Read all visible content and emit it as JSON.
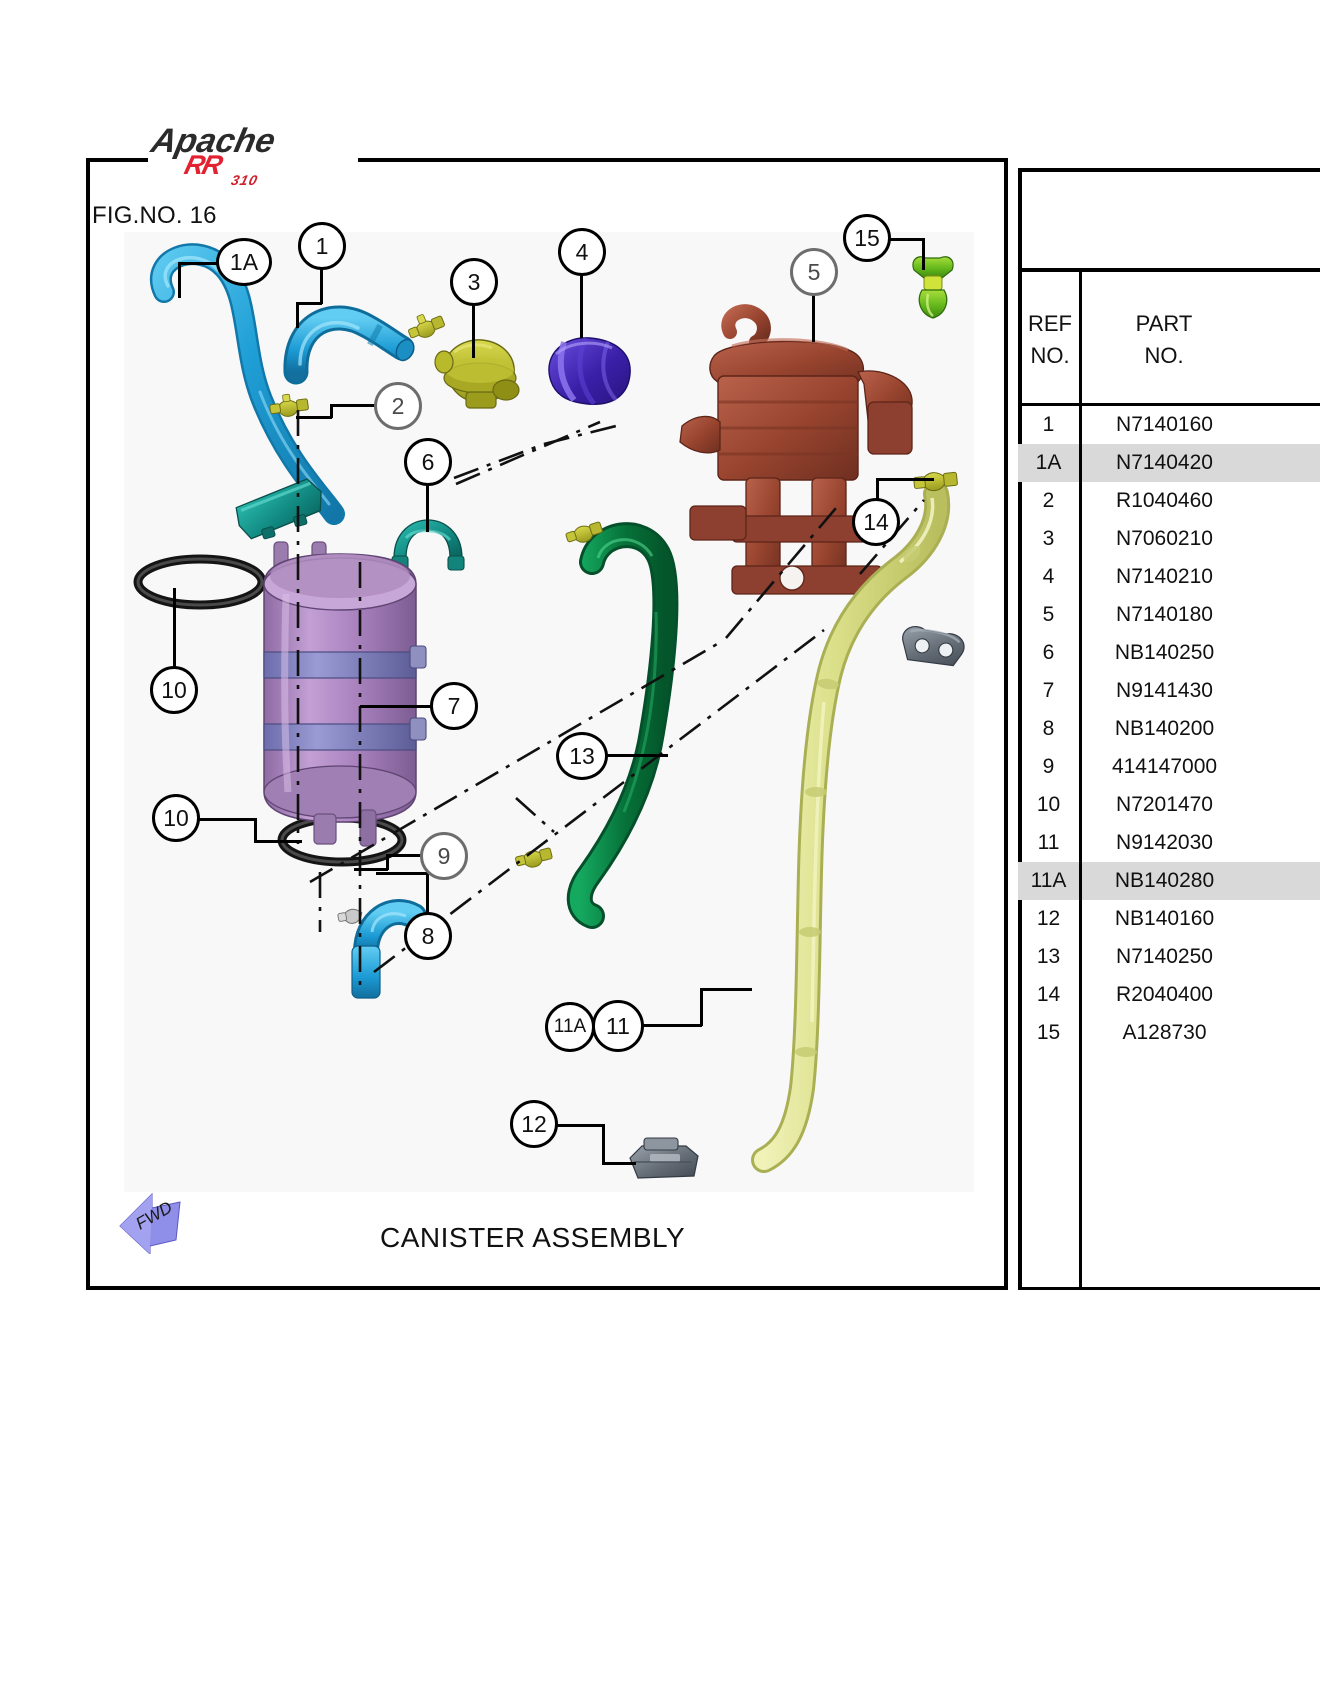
{
  "brand": {
    "name": "Apache",
    "sub": "RR",
    "model": "310"
  },
  "figure": {
    "label": "FIG.NO. 16",
    "title": "CANISTER ASSEMBLY",
    "direction_marker": "FWD"
  },
  "table": {
    "headers": {
      "ref": "REF\nNO.",
      "ref_line1": "REF",
      "ref_line2": "NO.",
      "part_line1": "PART",
      "part_line2": "NO."
    },
    "rows": [
      {
        "ref": "1",
        "part": "N7140160",
        "shaded": false
      },
      {
        "ref": "1A",
        "part": "N7140420",
        "shaded": true
      },
      {
        "ref": "2",
        "part": "R1040460",
        "shaded": false
      },
      {
        "ref": "3",
        "part": "N7060210",
        "shaded": false
      },
      {
        "ref": "4",
        "part": "N7140210",
        "shaded": false
      },
      {
        "ref": "5",
        "part": "N7140180",
        "shaded": false
      },
      {
        "ref": "6",
        "part": "NB140250",
        "shaded": false
      },
      {
        "ref": "7",
        "part": "N9141430",
        "shaded": false
      },
      {
        "ref": "8",
        "part": "NB140200",
        "shaded": false
      },
      {
        "ref": "9",
        "part": "414147000",
        "shaded": false
      },
      {
        "ref": "10",
        "part": "N7201470",
        "shaded": false
      },
      {
        "ref": "11",
        "part": "N9142030",
        "shaded": false
      },
      {
        "ref": "11A",
        "part": "NB140280",
        "shaded": true
      },
      {
        "ref": "12",
        "part": "NB140160",
        "shaded": false
      },
      {
        "ref": "13",
        "part": "N7140250",
        "shaded": false
      },
      {
        "ref": "14",
        "part": "R2040400",
        "shaded": false
      },
      {
        "ref": "15",
        "part": "A128730",
        "shaded": false
      }
    ]
  },
  "callouts": [
    {
      "id": "1",
      "label": "1"
    },
    {
      "id": "1A",
      "label": "1A"
    },
    {
      "id": "2",
      "label": "2"
    },
    {
      "id": "3",
      "label": "3"
    },
    {
      "id": "4",
      "label": "4"
    },
    {
      "id": "5",
      "label": "5"
    },
    {
      "id": "6",
      "label": "6"
    },
    {
      "id": "7",
      "label": "7"
    },
    {
      "id": "8",
      "label": "8"
    },
    {
      "id": "9",
      "label": "9"
    },
    {
      "id": "10a",
      "label": "10"
    },
    {
      "id": "10b",
      "label": "10"
    },
    {
      "id": "11",
      "label": "11"
    },
    {
      "id": "11A",
      "label": "11A"
    },
    {
      "id": "12",
      "label": "12"
    },
    {
      "id": "13",
      "label": "13"
    },
    {
      "id": "14",
      "label": "14"
    },
    {
      "id": "15",
      "label": "15"
    }
  ],
  "colors": {
    "hose_blue": "#29a8dc",
    "hose_green": "#0d7a42",
    "hose_olive": "#d8dc83",
    "canister_body": "#b08dc0",
    "canister_band": "#8f8fc0",
    "bracket_brown": "#a0503f",
    "clip_olive": "#b5b52e",
    "valve_purple": "#4a2fba",
    "grommet_teal": "#17948c",
    "clip_green": "#79c832",
    "clip_grey": "#6e7680",
    "fwd_arrow": "#8f8ee8",
    "brand_red": "#e32231"
  }
}
